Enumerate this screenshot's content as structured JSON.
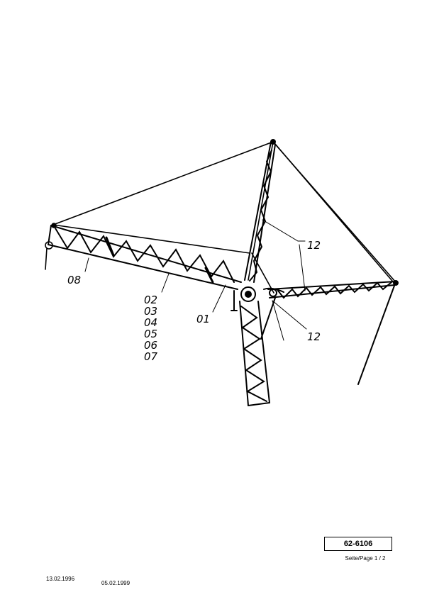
{
  "callouts": {
    "c08": "08",
    "c02": "02",
    "c03": "03",
    "c04": "04",
    "c05": "05",
    "c06": "06",
    "c07": "07",
    "c01": "01",
    "c12_top": "12",
    "c12_bottom": "12"
  },
  "title_block": {
    "document_number": "62-6106",
    "page_label": "Seite/Page 1 / 2",
    "date_created": "13.02.1996",
    "date_revised": "05.02.1999"
  },
  "icons": {
    "crane": "lattice-boom-crane-drawing"
  }
}
